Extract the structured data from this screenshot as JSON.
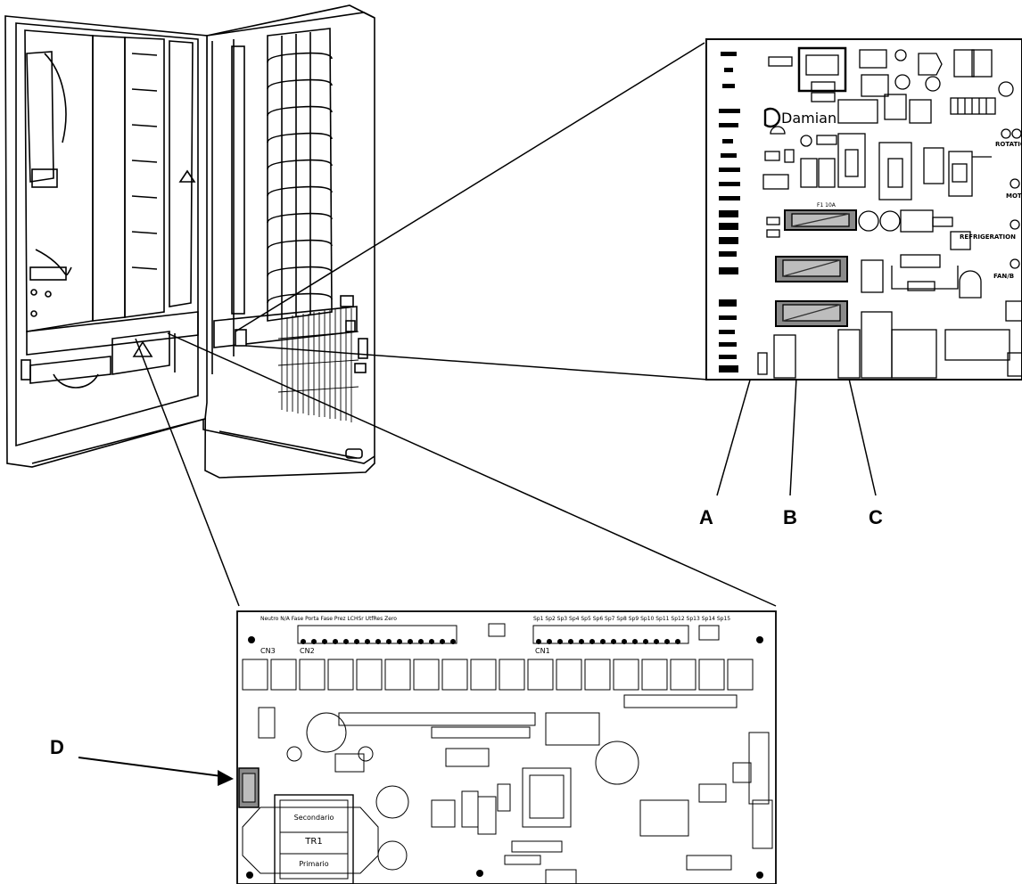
{
  "callouts": {
    "a": "A",
    "b": "B",
    "c": "C",
    "d": "D"
  },
  "upper_board": {
    "brand": "Damian",
    "fuse_label": "F1 10A",
    "right_labels": [
      "ROTATION",
      "MOTOR",
      "REFRIGERATION",
      "FAN/B"
    ]
  },
  "lower_board": {
    "connectors": [
      "CN3",
      "CN2",
      "CN1"
    ],
    "transformer": {
      "secondary": "Secondario",
      "name": "TR1",
      "primary": "Primario"
    },
    "top_pins": "Sp1 Sp2 Sp3 Sp4 Sp5 Sp6 Sp7 Sp8 Sp9 Sp10 Sp11 Sp12 Sp13 Sp14 Sp15",
    "top_left_text": "Neutro  N/A  Fase  Porta  Fase  Prez  LCHSr  UtfRes  Zero"
  },
  "colors": {
    "ink": "#000000",
    "paper": "#ffffff",
    "fuse_gray": "#8a8a8a",
    "fuse_dark": "#4a4a4a"
  }
}
